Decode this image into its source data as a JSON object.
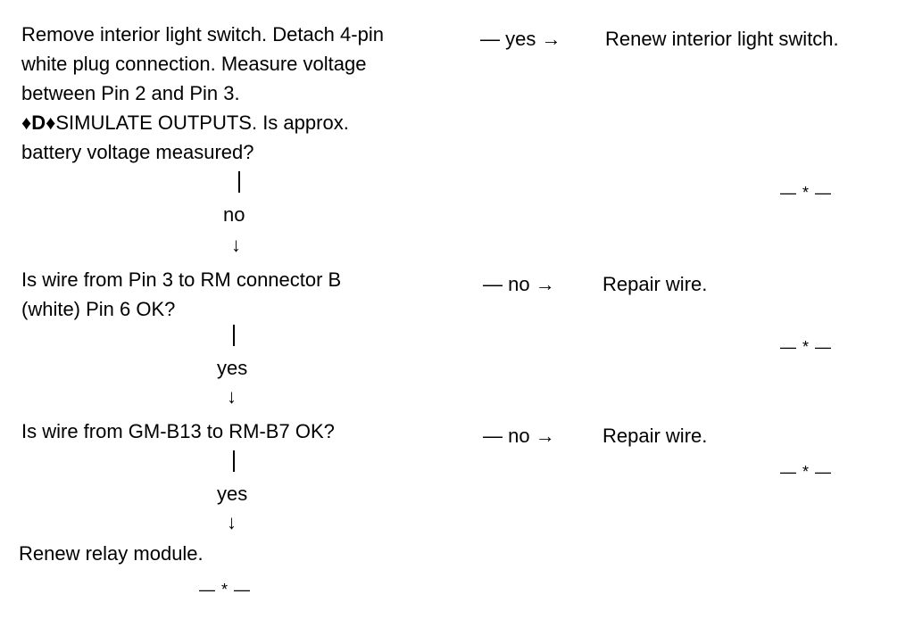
{
  "steps": [
    {
      "lines": [
        "Remove interior light switch. Detach 4-pin",
        "white plug connection. Measure voltage",
        "between Pin 2 and Pin 3."
      ],
      "sim_prefix_diamond1": "♦",
      "sim_prefix_letter": "D",
      "sim_prefix_diamond2": "♦",
      "sim_rest": "SIMULATE OUTPUTS. Is approx.",
      "last_line": "battery voltage measured?",
      "branch_label": "— yes →",
      "branch_result": "Renew interior light switch.",
      "end_mark": "— * —",
      "flow_label": "no",
      "flow_arrow": "↓"
    },
    {
      "lines": [
        "Is wire from Pin 3 to RM connector B",
        "(white) Pin 6 OK?"
      ],
      "branch_label": "— no →",
      "branch_result": "Repair wire.",
      "end_mark": "— * —",
      "flow_label": "yes",
      "flow_arrow": "↓"
    },
    {
      "lines": [
        "Is wire from GM-B13 to RM-B7 OK?"
      ],
      "branch_label": "— no →",
      "branch_result": "Repair wire.",
      "end_mark": "— * —",
      "flow_label": "yes",
      "flow_arrow": "↓"
    }
  ],
  "final_step": "Renew relay module.",
  "final_end_mark": "— * —"
}
